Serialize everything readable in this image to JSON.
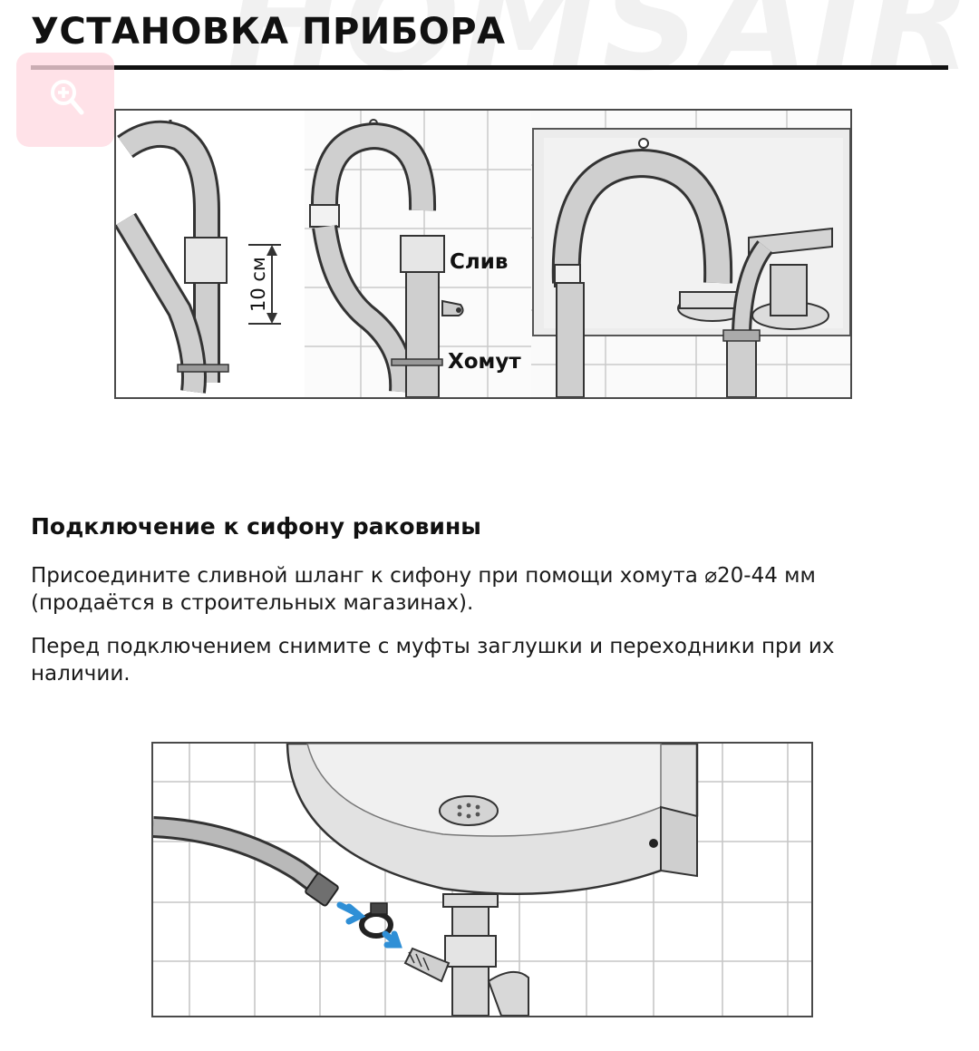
{
  "page": {
    "title": "УСТАНОВКА ПРИБОРА",
    "watermark": "HOMSAIR"
  },
  "toolbar": {
    "zoom_icon": "zoom-in-icon"
  },
  "figure_hose_options": {
    "measure_label": "10 см",
    "drain_label": "Слив",
    "clamp_label": "Хомут"
  },
  "section": {
    "heading": "Подключение к сифону раковины",
    "paragraph_1": "Присоедините сливной шланг к сифону при помощи хомута ⌀20-44 мм (продаётся в строительных магазинах).",
    "paragraph_2": "Перед подключением снимите с муфты заглушки и переходники при их наличии."
  },
  "colors": {
    "header_rule": "#111111",
    "zoom_bg": "#ffdae2",
    "arrow_blue": "#2f8fd6",
    "pipe_gray": "#c4c4c4",
    "tile_line": "#bdbdbd"
  }
}
